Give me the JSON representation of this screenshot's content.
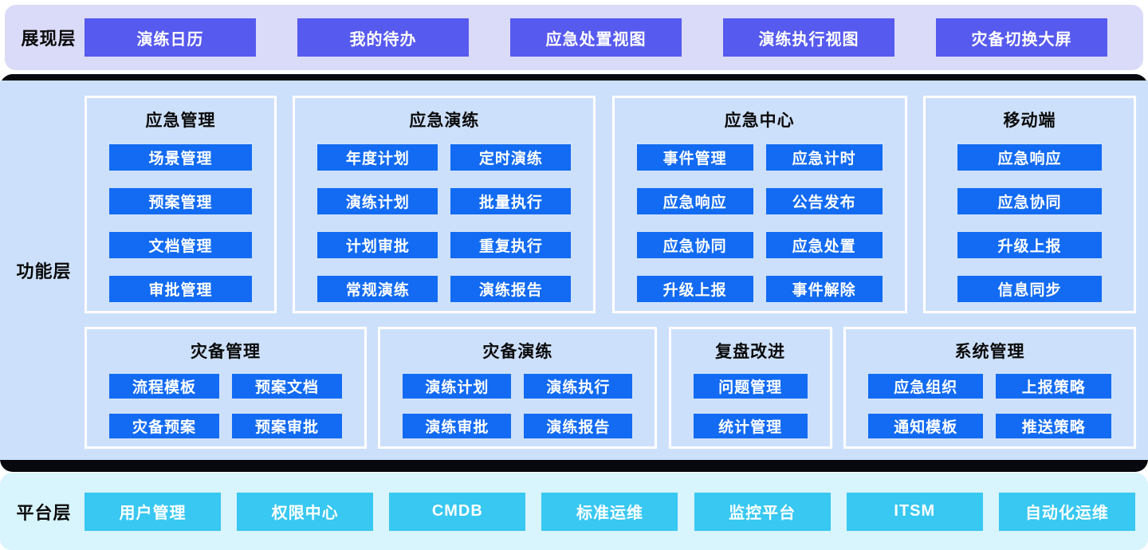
{
  "layers": {
    "presentation": {
      "label": "展现层",
      "items": [
        "演练日历",
        "我的待办",
        "应急处置视图",
        "演练执行视图",
        "灾备切换大屏"
      ]
    },
    "function": {
      "label": "功能层",
      "groups_row1": [
        {
          "title": "应急管理",
          "items": [
            "场景管理",
            "预案管理",
            "文档管理",
            "审批管理"
          ]
        },
        {
          "title": "应急演练",
          "items": [
            "年度计划",
            "定时演练",
            "演练计划",
            "批量执行",
            "计划审批",
            "重复执行",
            "常规演练",
            "演练报告"
          ]
        },
        {
          "title": "应急中心",
          "items": [
            "事件管理",
            "应急计时",
            "应急响应",
            "公告发布",
            "应急协同",
            "应急处置",
            "升级上报",
            "事件解除"
          ]
        },
        {
          "title": "移动端",
          "items": [
            "应急响应",
            "应急协同",
            "升级上报",
            "信息同步"
          ]
        }
      ],
      "groups_row2": [
        {
          "title": "灾备管理",
          "items": [
            "流程模板",
            "预案文档",
            "灾备预案",
            "预案审批"
          ]
        },
        {
          "title": "灾备演练",
          "items": [
            "演练计划",
            "演练执行",
            "演练审批",
            "演练报告"
          ]
        },
        {
          "title": "复盘改进",
          "items": [
            "问题管理",
            "统计管理"
          ]
        },
        {
          "title": "系统管理",
          "items": [
            "应急组织",
            "上报策略",
            "通知模板",
            "推送策略"
          ]
        }
      ]
    },
    "platform": {
      "label": "平台层",
      "items": [
        "用户管理",
        "权限中心",
        "CMDB",
        "标准运维",
        "监控平台",
        "ITSM",
        "自动化运维"
      ]
    }
  },
  "colors": {
    "presentation_bg": "#dadbf8",
    "presentation_button": "#575aee",
    "function_frame": "#07090f",
    "function_bg": "#cde0fb",
    "function_button": "#126bf2",
    "platform_bg": "#d8f4fc",
    "platform_button": "#38c8f2",
    "panel_border": "#ffffff",
    "button_text": "#ffffff",
    "label_text": "#000000"
  }
}
